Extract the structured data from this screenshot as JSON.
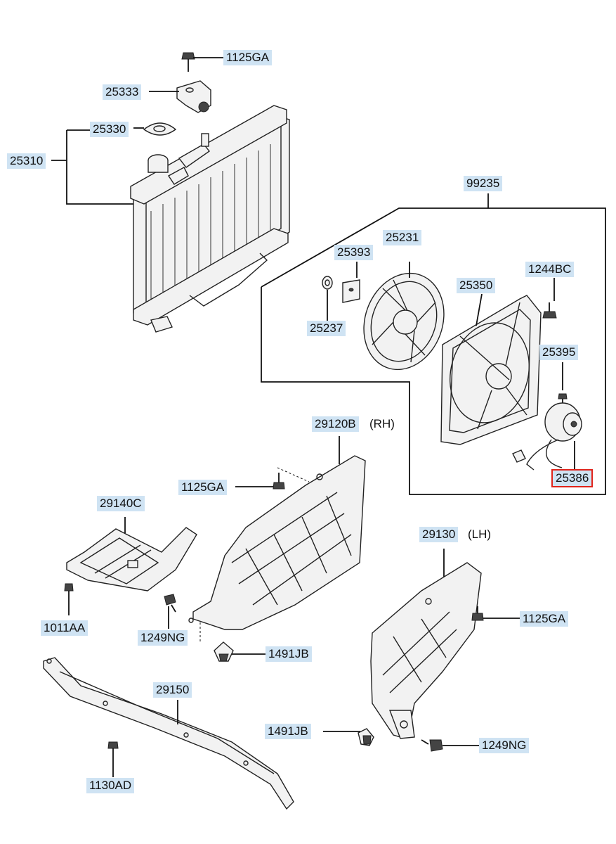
{
  "labels": {
    "l1125ga_top": "1125GA",
    "l25333": "25333",
    "l25330": "25330",
    "l25310": "25310",
    "l99235": "99235",
    "l25231": "25231",
    "l25393": "25393",
    "l25350": "25350",
    "l1244bc": "1244BC",
    "l25237": "25237",
    "l25395": "25395",
    "l25386": "25386",
    "l29120b": "29120B",
    "l29120b_side": "(RH)",
    "l1125ga_mid": "1125GA",
    "l29140c": "29140C",
    "l29130": "29130",
    "l29130_side": "(LH)",
    "l1011aa": "1011AA",
    "l1249ng_left": "1249NG",
    "l1491jb_left": "1491JB",
    "l1125ga_right": "1125GA",
    "l29150": "29150",
    "l1491jb_right": "1491JB",
    "l1249ng_right": "1249NG",
    "l1130ad": "1130AD"
  },
  "colors": {
    "label_bg": "#cfe3f3",
    "highlight": "#e0241b"
  },
  "highlighted_part": "25386"
}
